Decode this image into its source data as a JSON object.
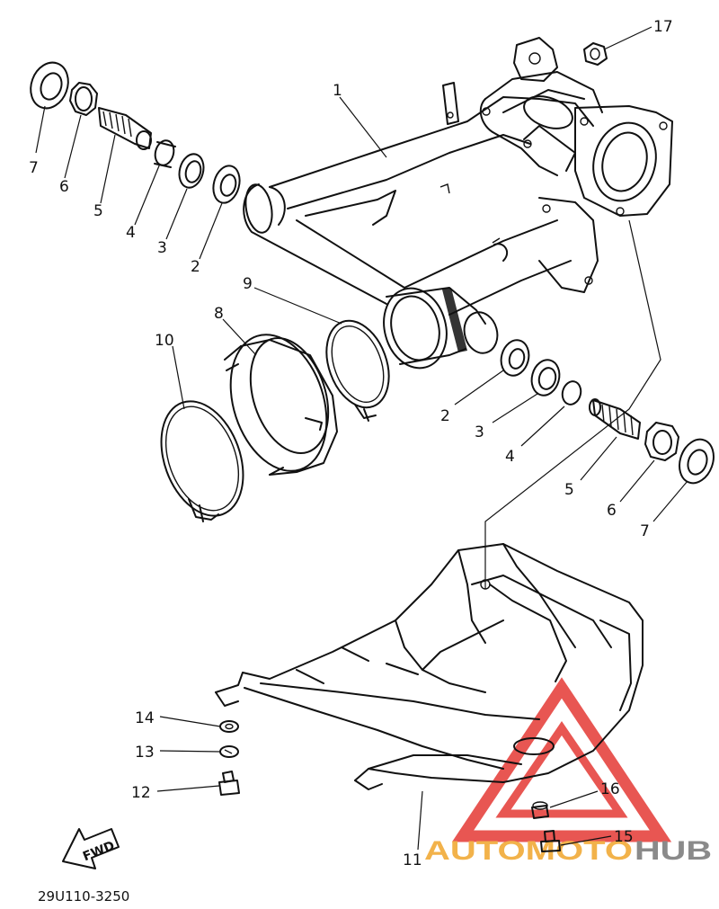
{
  "drawing_code": "29U110-3250",
  "fwd_arrow_label": "FWD",
  "watermark": {
    "word_primary": "AUTOMOTO",
    "word_secondary": "HUB",
    "primary_color": "#f2b24a",
    "secondary_color": "#8a8a8a",
    "triangle_color": "#e53935"
  },
  "callouts": [
    {
      "id": "c1",
      "number": "1"
    },
    {
      "id": "c2a",
      "number": "2"
    },
    {
      "id": "c3a",
      "number": "3"
    },
    {
      "id": "c4a",
      "number": "4"
    },
    {
      "id": "c5a",
      "number": "5"
    },
    {
      "id": "c6a",
      "number": "6"
    },
    {
      "id": "c7a",
      "number": "7"
    },
    {
      "id": "c8",
      "number": "8"
    },
    {
      "id": "c9",
      "number": "9"
    },
    {
      "id": "c10",
      "number": "10"
    },
    {
      "id": "c2b",
      "number": "2"
    },
    {
      "id": "c3b",
      "number": "3"
    },
    {
      "id": "c4b",
      "number": "4"
    },
    {
      "id": "c5b",
      "number": "5"
    },
    {
      "id": "c6b",
      "number": "6"
    },
    {
      "id": "c7b",
      "number": "7"
    },
    {
      "id": "c11",
      "number": "11"
    },
    {
      "id": "c12",
      "number": "12"
    },
    {
      "id": "c13",
      "number": "13"
    },
    {
      "id": "c14",
      "number": "14"
    },
    {
      "id": "c15",
      "number": "15"
    },
    {
      "id": "c16",
      "number": "16"
    },
    {
      "id": "c17",
      "number": "17"
    }
  ]
}
